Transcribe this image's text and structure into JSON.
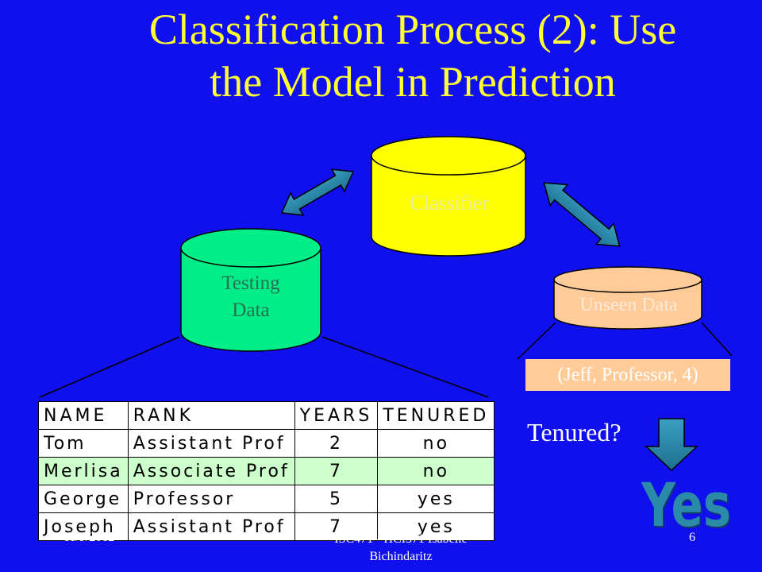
{
  "slide": {
    "title_line1": "Classification Process (2): Use",
    "title_line2": "the Model in Prediction"
  },
  "diagram": {
    "classifier_label": "Classifier",
    "testing_label_line1": "Testing",
    "testing_label_line2": "Data",
    "unseen_label": "Unseen Data",
    "tuple": "(Jeff, Professor, 4)",
    "question": "Tenured?",
    "answer": "Yes"
  },
  "table": {
    "headers": [
      "NAME",
      "RANK",
      "YEARS",
      "TENURED"
    ],
    "rows": [
      [
        "Tom",
        "Assistant Prof",
        "2",
        "no"
      ],
      [
        "Merlisa",
        "Associate Prof",
        "7",
        "no"
      ],
      [
        "George",
        "Professor",
        "5",
        "yes"
      ],
      [
        "Joseph",
        "Assistant Prof",
        "7",
        "yes"
      ]
    ]
  },
  "footer": {
    "date": "11/9/2012",
    "center_line1": "ISC471 - HCI571  Isabelle",
    "center_line2": "Bichindaritz",
    "page": "6"
  },
  "colors": {
    "background": "#1010ee",
    "title": "#ffff33",
    "classifier": "#ffff00",
    "testing": "#00ee88",
    "unseen": "#ffcc99",
    "arrow": "#2a8aa8",
    "highlight_row": "#ccffcc"
  }
}
